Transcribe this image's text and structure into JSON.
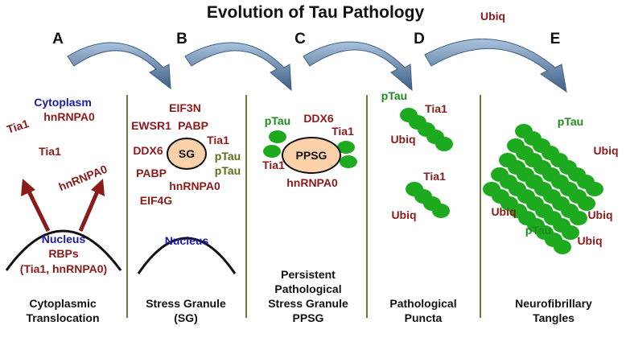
{
  "title": "Evolution of Tau Pathology",
  "top_ubiq": "Ubiq",
  "colors": {
    "maroon": "#8b1a1a",
    "blue": "#1a1aa8",
    "green": "#1f8a1f",
    "olive": "#5f6b1f",
    "granule_fill": "#fbd1aa",
    "puncta": "#1eaa1e",
    "divider": "#6b7a3a",
    "arrow_fill": "#5a7aa0"
  },
  "stages": {
    "A": {
      "letter": "A",
      "caption": [
        "Cytoplasmic",
        "Translocation"
      ],
      "cytoplasm": "Cytoplasm",
      "hnrnpa0_top": "hnRNPA0",
      "tia1_left": "Tia1",
      "tia1_mid": "Tia1",
      "hnrnpa0_right": "hnRNPA0",
      "nucleus": "Nucleus",
      "rbps": "RBPs",
      "rbps_detail": "(Tia1, hnRNPA0)"
    },
    "B": {
      "letter": "B",
      "caption": [
        "Stress Granule",
        "(SG)"
      ],
      "granule": "SG",
      "nucleus": "Nucleus",
      "eif3n": "EIF3N",
      "ewsr1": "EWSR1",
      "pabp_top": "PABP",
      "ddx6": "DDX6",
      "tia1": "Tia1",
      "ptau_1": "pTau",
      "ptau_2": "pTau",
      "pabp_bottom": "PABP",
      "hnrnpa0": "hnRNPA0",
      "eif4g": "EIF4G"
    },
    "C": {
      "letter": "C",
      "caption": [
        "Persistent",
        "Pathological",
        "Stress Granule",
        "PPSG"
      ],
      "granule": "PPSG",
      "ptau": "pTau",
      "ddx6": "DDX6",
      "tia1_right": "Tia1",
      "tia1_left": "Tia1",
      "hnrnpa0": "hnRNPA0"
    },
    "D": {
      "letter": "D",
      "caption": [
        "Pathological",
        "Puncta"
      ],
      "ptau": "pTau",
      "tia1_top": "Tia1",
      "ubiq_top": "Ubiq",
      "tia1_bottom": "Tia1",
      "ubiq_bottom": "Ubiq"
    },
    "E": {
      "letter": "E",
      "caption": [
        "Neurofibrillary",
        "Tangles"
      ],
      "ptau_top": "pTau",
      "ubiq_right1": "Ubiq",
      "ubiq_left": "Ubiq",
      "ubiq_right2": "Ubiq",
      "ptau_bottom": "pTau",
      "ubiq_right3": "Ubiq"
    }
  }
}
